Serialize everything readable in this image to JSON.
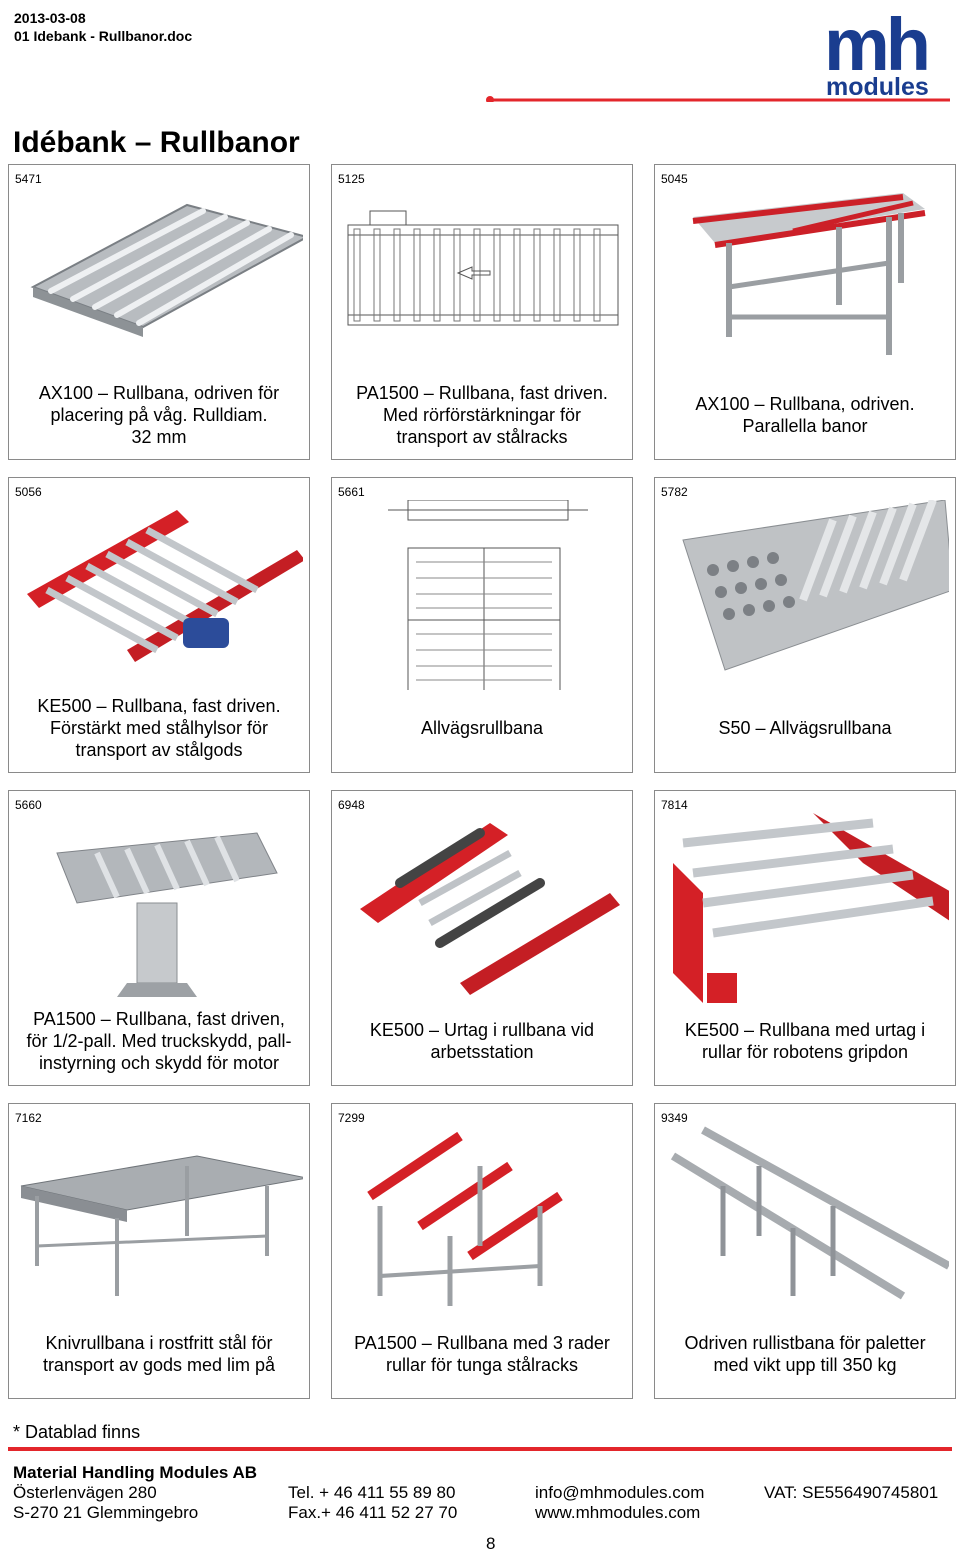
{
  "header": {
    "date": "2013-03-08",
    "filename": "01 Idebank - Rullbanor.doc",
    "logo_top": "mh",
    "logo_bottom": "modules"
  },
  "title": "Idébank – Rullbanor",
  "colors": {
    "brand_blue": "#1a3d8f",
    "accent_red": "#e3262b"
  },
  "items": [
    {
      "number": "5471",
      "caption": "AX100 – Rullbana, odriven för\nplacering på våg. Rulldiam.\n32 mm"
    },
    {
      "number": "5125",
      "caption": "PA1500 – Rullbana, fast driven.\nMed rörförstärkningar för\ntransport av stålracks"
    },
    {
      "number": "5045",
      "caption": "AX100 – Rullbana, odriven.\nParallella banor"
    },
    {
      "number": "5056",
      "caption": "KE500 – Rullbana, fast driven.\nFörstärkt med stålhylsor för\ntransport av stålgods"
    },
    {
      "number": "5661",
      "caption": "Allvägsrullbana"
    },
    {
      "number": "5782",
      "caption": "S50 – Allvägsrullbana"
    },
    {
      "number": "5660",
      "caption": "PA1500 – Rullbana, fast driven,\nför 1/2-pall. Med truckskydd, pall-\ninstyrning och skydd för motor"
    },
    {
      "number": "6948",
      "caption": "KE500 – Urtag i rullbana vid\narbetsstation"
    },
    {
      "number": "7814",
      "caption": "KE500 – Rullbana med urtag i\nrullar för robotens gripdon"
    },
    {
      "number": "7162",
      "caption": "Knivrullbana i rostfritt stål för\ntransport av gods med lim på"
    },
    {
      "number": "7299",
      "caption": "PA1500 – Rullbana med 3 rader\nrullar för tunga stålracks"
    },
    {
      "number": "9349",
      "caption": "Odriven rullistbana för paletter\nmed vikt upp till 350 kg"
    }
  ],
  "footnote": "* Datablad finns",
  "footer": {
    "company": "Material Handling Modules AB",
    "address1": "Österlenvägen 280",
    "address2": "S-270 21 Glemmingebro",
    "tel": "Tel. + 46  411  55 89 80",
    "fax": "Fax.+ 46  411  52 27 70",
    "email": "info@mhmodules.com",
    "web": "www.mhmodules.com",
    "vat": "VAT: SE556490745801"
  },
  "page_number": "8"
}
